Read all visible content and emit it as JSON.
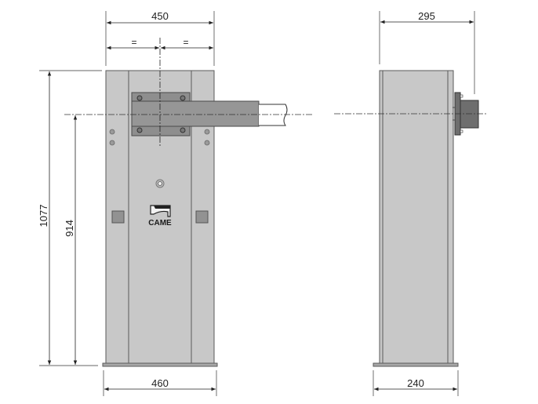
{
  "drawing": {
    "subject": "barrier cabinet front and side view",
    "colors": {
      "cabinet": "#c8c8c8",
      "cabinet_edge": "#5a5a5a",
      "plate": "#8e8e8e",
      "arm": "#969696",
      "flange": "#6e6e6e",
      "line": "#222222"
    }
  },
  "front_view": {
    "width_top": "450",
    "half_left": "=",
    "half_right": "=",
    "height_total": "1077",
    "height_axis": "914",
    "width_base": "460",
    "logo_text": "CAME"
  },
  "side_view": {
    "depth_top": "295",
    "depth_base": "240"
  }
}
